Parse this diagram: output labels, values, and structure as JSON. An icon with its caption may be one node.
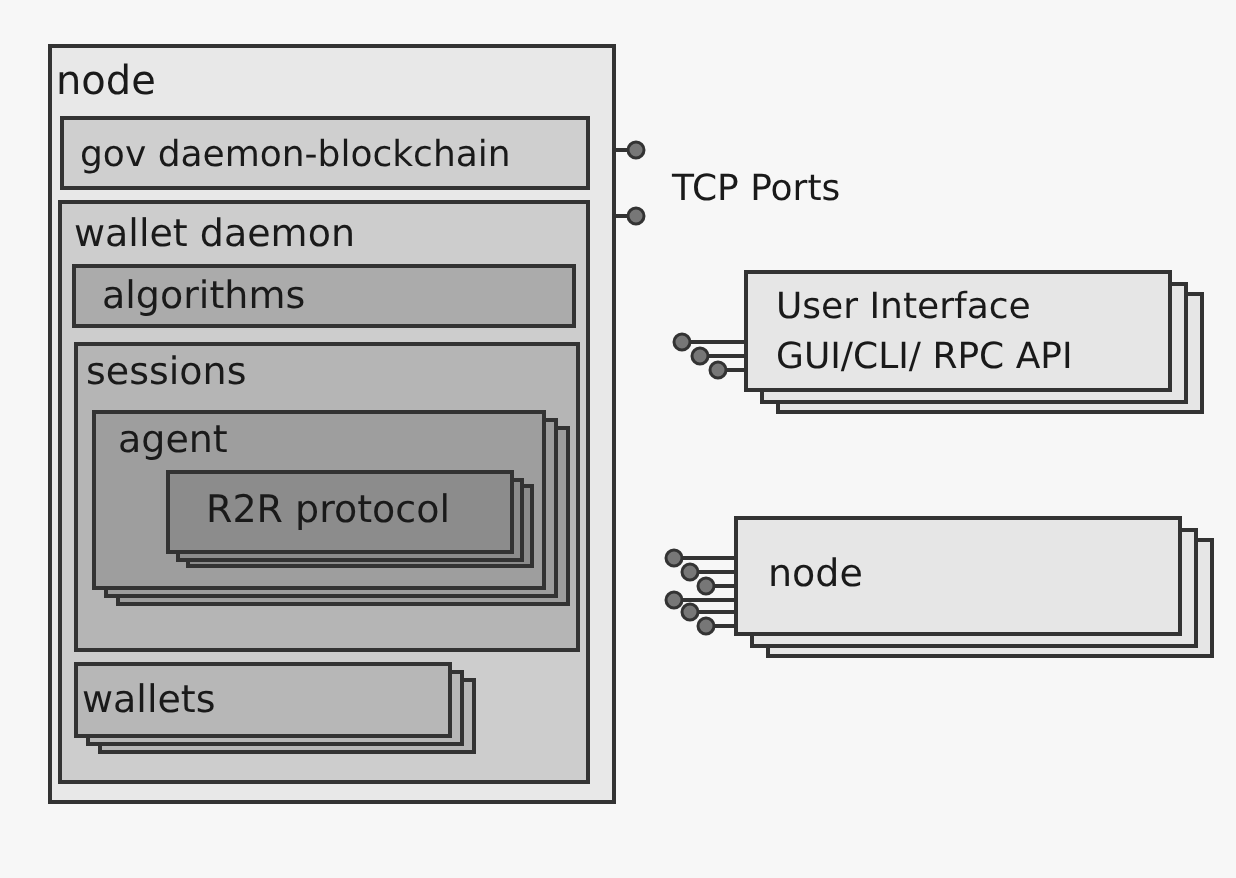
{
  "diagram": {
    "nodes": [
      {
        "text": [
          "node"
        ]
      },
      {
        "text": [
          "gov daemon-blockchain"
        ],
        "in": 0
      },
      {
        "text": [
          "wallet daemon"
        ],
        "in": 0
      },
      {
        "text": [
          "algorithms"
        ],
        "in": 2
      },
      {
        "text": [
          "sessions"
        ],
        "in": 2
      },
      {
        "text": [
          "agent"
        ],
        "in": 4
      },
      {
        "text": [
          "R2R protocol"
        ],
        "in": 5
      },
      {
        "text": [
          "wallets"
        ],
        "in": 2
      },
      {
        "text": [
          "User Interface GUI/CLI/ RPC API"
        ]
      },
      {
        "text": [
          "node"
        ]
      }
    ],
    "labels": [
      "TCP Ports"
    ]
  }
}
